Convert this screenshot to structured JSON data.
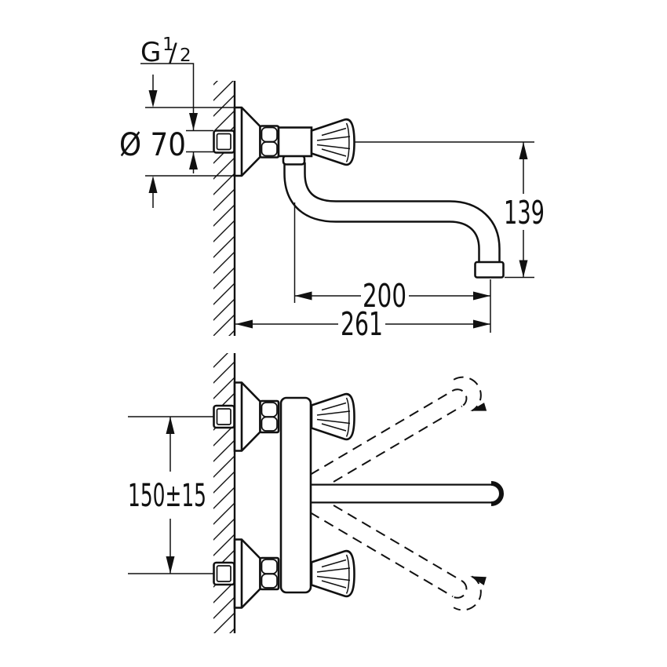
{
  "colors": {
    "background": "#ffffff",
    "line": "#111111"
  },
  "side_view": {
    "dims": {
      "thread_g": "G",
      "thread_sup": "1",
      "thread_slash": "/",
      "thread_sub": "2",
      "escutcheon_diameter": "Ø 70",
      "outlet_height": "139",
      "spout_projection": "200",
      "overall_projection": "261"
    }
  },
  "plan_view": {
    "dims": {
      "connection_spacing": "150±15"
    }
  }
}
